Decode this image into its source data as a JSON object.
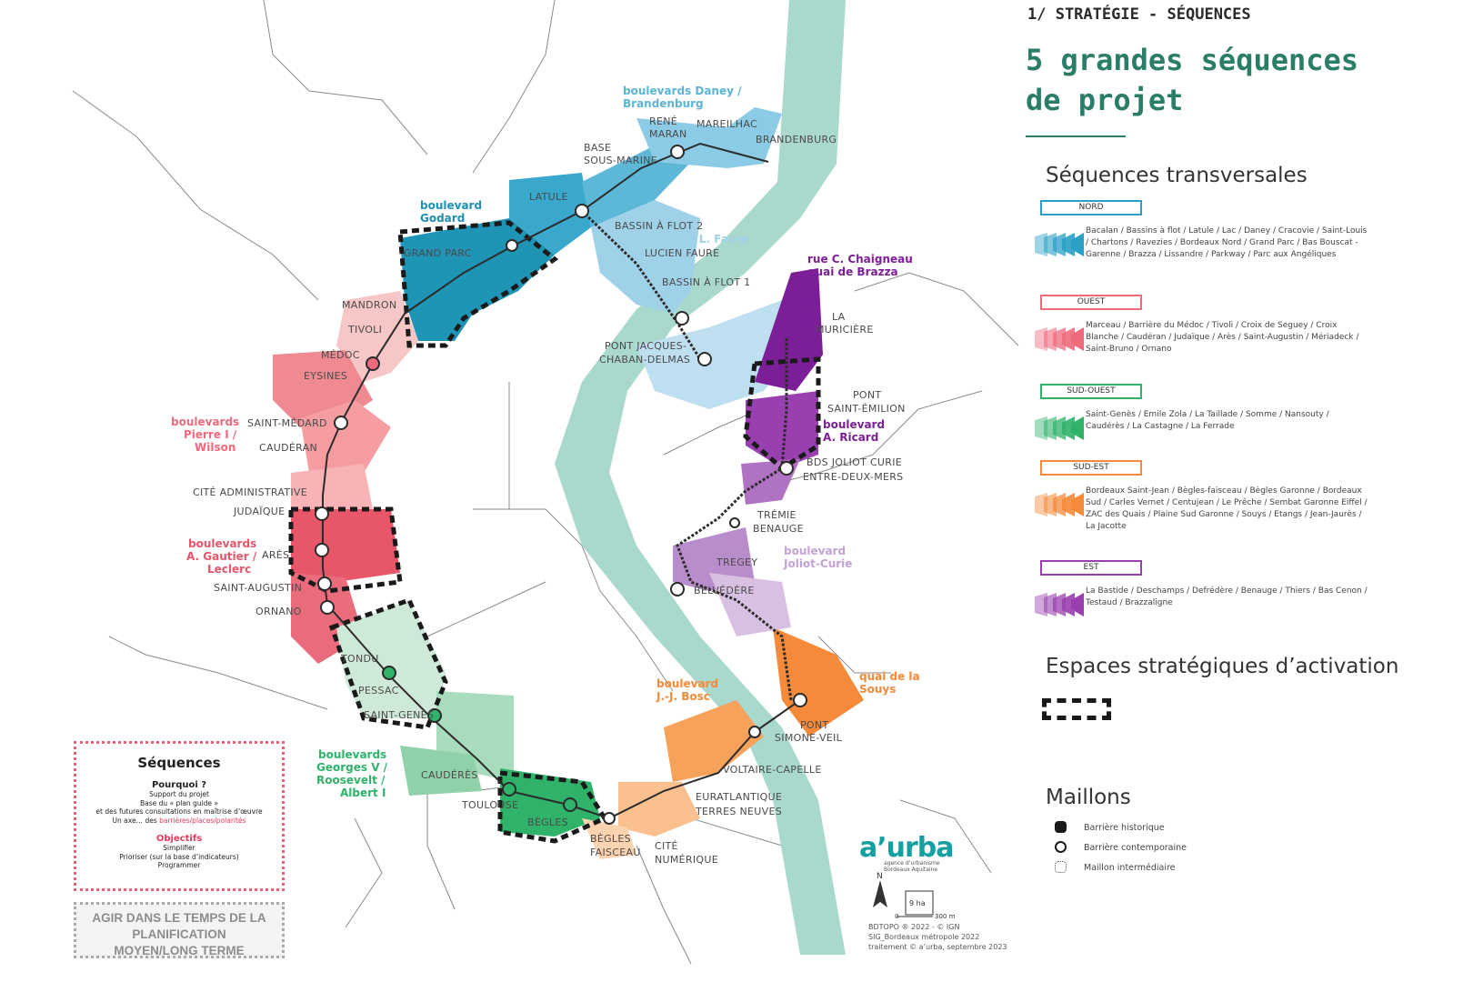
{
  "header": {
    "kicker": "1/ STRATÉGIE - SÉQUENCES",
    "title_line1": "5 grandes séquences",
    "title_line2": "de projet"
  },
  "legend": {
    "transversal_heading": "Séquences transversales",
    "sequences": [
      {
        "tag": "NORD",
        "color": "#2aa0c7",
        "text": "Bacalan / Bassins à flot / Latule / Lac / Daney / Cracovie / Saint-Louis / Chartons / Ravezies / Bordeaux Nord / Grand Parc / Bas Bouscat - Garenne / Brazza / Lissandre / Parkway / Parc aux Angéliques"
      },
      {
        "tag": "OUEST",
        "color": "#ee6a7d",
        "text": "Marceau / Barrière du Médoc / Tivoli / Croix de Seguey / Croix Blanche / Caudéran / Judaïque / Arès / Saint-Augustin / Mériadeck / Saint-Bruno / Ornano"
      },
      {
        "tag": "SUD-OUEST",
        "color": "#2fb36b",
        "text": "Saint-Genès / Emile Zola / La Taillade / Somme / Nansouty / Caudérès / La Castagne / La Ferrade"
      },
      {
        "tag": "SUD-EST",
        "color": "#f48a3a",
        "text": "Bordeaux Saint-Jean / Bègles-faisceau / Bègles Garonne / Bordeaux Sud / Carles Vernet / Centujean / Le Prêche / Sembat Garonne Eiffel / ZAC des Quais / Plaine Sud Garonne / Souys / Etangs / Jean-Jaurès / La Jacotte"
      },
      {
        "tag": "EST",
        "color": "#9a3fb0",
        "text": "La Bastide / Deschamps / Defrédère / Benauge / Thiers / Bas Cenon / Testaud / Brazzaligne"
      }
    ],
    "activation_heading": "Espaces stratégiques d’activation",
    "maillons_heading": "Maillons",
    "maillons": [
      {
        "icon": "filled-node-icon",
        "label": "Barrière historique"
      },
      {
        "icon": "ring-node-icon",
        "label": "Barrière contemporaine"
      },
      {
        "icon": "dotted-node-icon",
        "label": "Maillon intermédiaire"
      }
    ]
  },
  "sequences_box": {
    "title": "Séquences",
    "why": "Pourquoi ?",
    "why_l1": "Support du projet",
    "why_l2": "Base du « plan guide »",
    "why_l3": "et des futures consultations en maîtrise d’œuvre",
    "why_l4a": "Un axe… des ",
    "why_l4b": "barrières/places/polarités",
    "objectifs": "Objectifs",
    "obj_l1": "Simplifier",
    "obj_l2": "Prioriser (sur la base d’indicateurs)",
    "obj_l3": "Programmer"
  },
  "agir": {
    "l1": "AGIR DANS LE TEMPS DE LA",
    "l2": "PLANIFICATION",
    "l3": "MOYEN/LONG TERME"
  },
  "logo": {
    "name": "a’urba",
    "sub1": "agence d’urbanisme",
    "sub2": "Bordeaux Aquitaine"
  },
  "scale": {
    "north": "N",
    "area": "9 ha",
    "zero": "0",
    "dist": "300 m"
  },
  "credits": {
    "l1": "BDTOPO ® 2022 - © IGN",
    "l2": "SIG_Bordeaux métropole 2022",
    "l3": "traitement © a’urba, septembre 2023"
  },
  "map": {
    "colors": {
      "river": "#a9d8cd",
      "nord": "#2aa0c7",
      "ouest": "#ee6a7d",
      "sudouest": "#2fb36b",
      "sudest": "#f48a3a",
      "est": "#9a3fb0"
    },
    "boulevards": {
      "daney_1": "boulevards Daney /",
      "daney_2": "Brandenburg",
      "godard_1": "boulevard",
      "godard_2": "Godard",
      "chaigneau_1": "rue C. Chaigneau",
      "chaigneau_2": "quai de Brazza",
      "faure": "rue L. Faure",
      "ricard_1": "boulevard",
      "ricard_2": "A. Ricard",
      "wilson_1": "boulevards",
      "wilson_2": "Pierre I /",
      "wilson_3": "Wilson",
      "gautier_1": "boulevards",
      "gautier_2": "A. Gautier /",
      "gautier_3": "Leclerc",
      "joliot_1": "boulevard",
      "joliot_2": "Joliot-Curie",
      "bosc_1": "boulevard",
      "bosc_2": "J.-J. Bosc",
      "souys_1": "quai de la",
      "souys_2": "Souys",
      "georges_1": "boulevards",
      "georges_2": "Georges V /",
      "georges_3": "Roosevelt /",
      "georges_4": "Albert I"
    },
    "places": {
      "rene1": "RENÉ",
      "rene2": "MARAN",
      "mareilhac": "MAREILHAC",
      "brandenburg": "BRANDENBURG",
      "base1": "BASE",
      "base2": "SOUS-MARINE",
      "latule": "LATULE",
      "bassin2": "BASSIN À FLOT 2",
      "lucien": "LUCIEN FAURE",
      "bassin1": "BASSIN À FLOT 1",
      "grandparc": "GRAND PARC",
      "mandron": "MANDRON",
      "tivoli": "TIVOLI",
      "medoc": "MÉDOC",
      "eysines": "EYSINES",
      "pontjac1": "PONT JACQUES-",
      "pontjac2": "CHABAN-DELMAS",
      "lamur1": "LA",
      "lamur2": "MURICIÈRE",
      "pontse1": "PONT",
      "pontse2": "SAINT-ÉMILION",
      "stmedard": "SAINT-MÉDARD",
      "cauderan": "CAUDÉRAN",
      "bds1": "BDS JOLIOT CURIE",
      "bds2": "ENTRE-DEUX-MERS",
      "citeadm": "CITÉ ADMINISTRATIVE",
      "judaique": "JUDAÏQUE",
      "ares": "ARÈS",
      "tremie1": "TRÉMIE",
      "tremie2": "BENAUGE",
      "tregey": "TREGEY",
      "belvedere": "BELVÉDÈRE",
      "staug": "SAINT-AUGUSTIN",
      "ornano": "ORNANO",
      "tondu": "TONDU",
      "pessac": "PESSAC",
      "stgenes": "SAINT-GENÈS",
      "pontsv1": "PONT",
      "pontsv2": "SIMONE-VEIL",
      "voltaire": "VOLTAIRE-CAPELLE",
      "cauderes": "CAUDÉRÈS",
      "toulouse": "TOULOUSE",
      "begles": "BÈGLES",
      "euratl1": "EURATLANTIQUE",
      "euratl2": "TERRES NEUVES",
      "beglesf1": "BÈGLES",
      "beglesf2": "FAISCEAU",
      "cite1": "CITÉ",
      "cite2": "NUMÉRIQUE"
    }
  }
}
